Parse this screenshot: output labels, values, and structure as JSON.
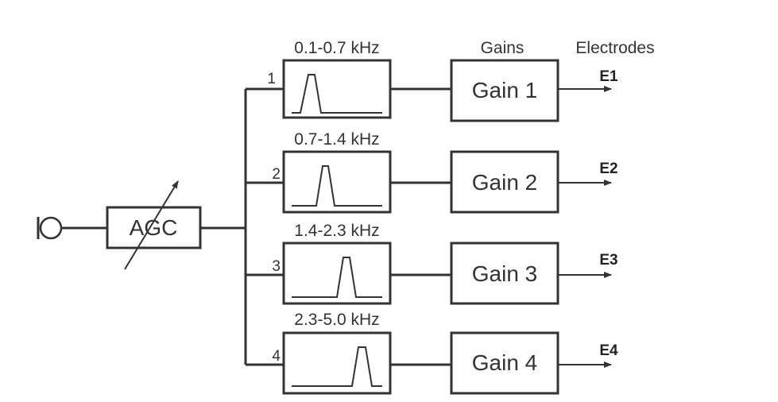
{
  "agc": {
    "label": "AGC"
  },
  "headers": {
    "gains": "Gains",
    "electrodes": "Electrodes"
  },
  "channels": [
    {
      "number": "1",
      "band": "0.1-0.7 kHz",
      "gain": "Gain 1",
      "electrode": "E1"
    },
    {
      "number": "2",
      "band": "0.7-1.4 kHz",
      "gain": "Gain 2",
      "electrode": "E2"
    },
    {
      "number": "3",
      "band": "1.4-2.3 kHz",
      "gain": "Gain 3",
      "electrode": "E3"
    },
    {
      "number": "4",
      "band": "2.3-5.0 kHz",
      "gain": "Gain 4",
      "electrode": "E4"
    }
  ],
  "icons": {
    "input": "microphone-icon",
    "agc_arrow": "variable-arrow-icon",
    "filter": "bandpass-filter-icon",
    "output": "arrow-right-icon"
  }
}
